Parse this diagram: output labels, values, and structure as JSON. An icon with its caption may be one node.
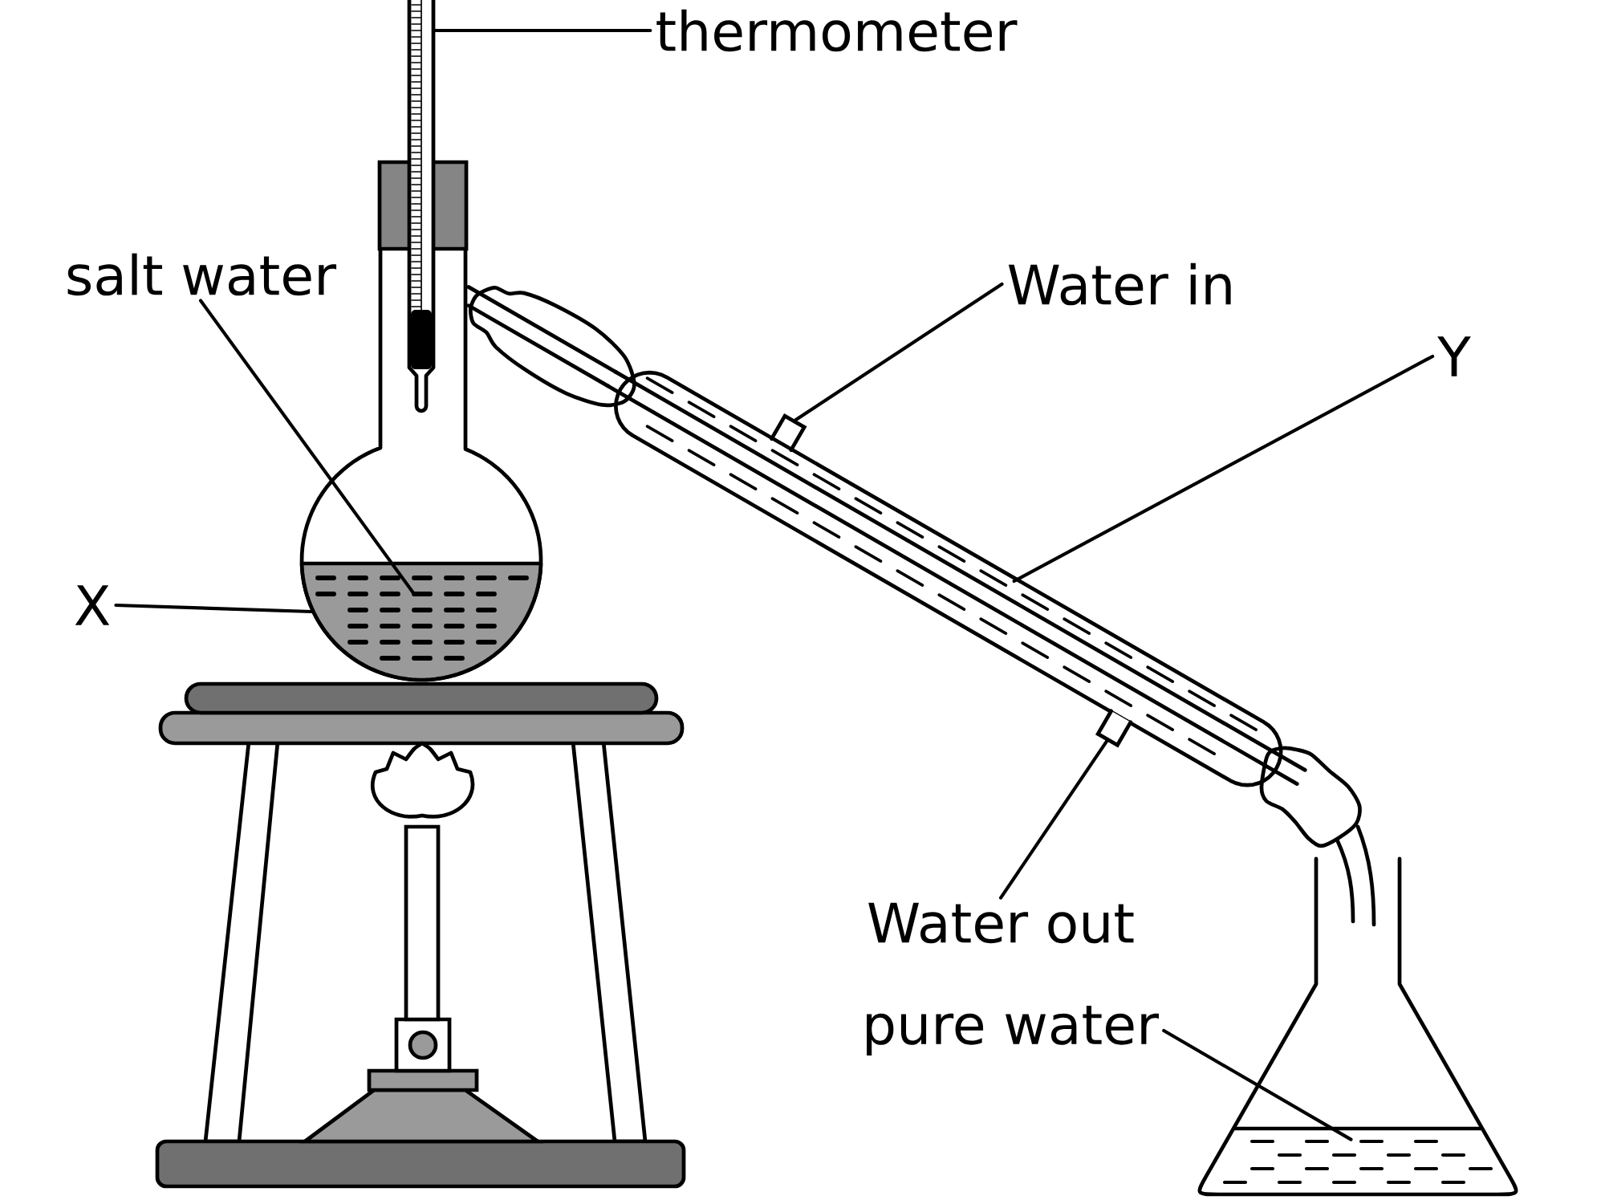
{
  "diagram": {
    "nodes": [
      {
        "text": [
          "thermometer"
        ]
      },
      {
        "text": [],
        "shape": "picture"
      },
      {
        "text": [
          "salt water"
        ]
      },
      {
        "text": [
          "X"
        ]
      },
      {
        "text": [],
        "shape": "picture"
      },
      {
        "text": [],
        "shape": "picture",
        "in": 4
      },
      {
        "text": [
          "Water in"
        ]
      },
      {
        "text": [],
        "shape": "picture"
      },
      {
        "text": [
          "Y"
        ]
      },
      {
        "text": [],
        "shape": "picture"
      },
      {
        "text": [
          "Water out"
        ]
      },
      {
        "text": [],
        "shape": "picture"
      },
      {
        "text": [
          "pure water"
        ]
      },
      {
        "text": [],
        "shape": "picture"
      }
    ],
    "edges": [
      {
        "from": 0,
        "to": 1,
        "arrow": "none"
      },
      {
        "from": 2,
        "to": 5,
        "arrow": "none"
      },
      {
        "from": 3,
        "to": 4,
        "arrow": "none"
      },
      {
        "from": 6,
        "to": 7,
        "arrow": "none"
      },
      {
        "from": 8,
        "to": 9,
        "arrow": "none"
      },
      {
        "from": 10,
        "to": 11,
        "arrow": "none"
      },
      {
        "from": 12,
        "to": 13,
        "arrow": "none"
      }
    ]
  }
}
